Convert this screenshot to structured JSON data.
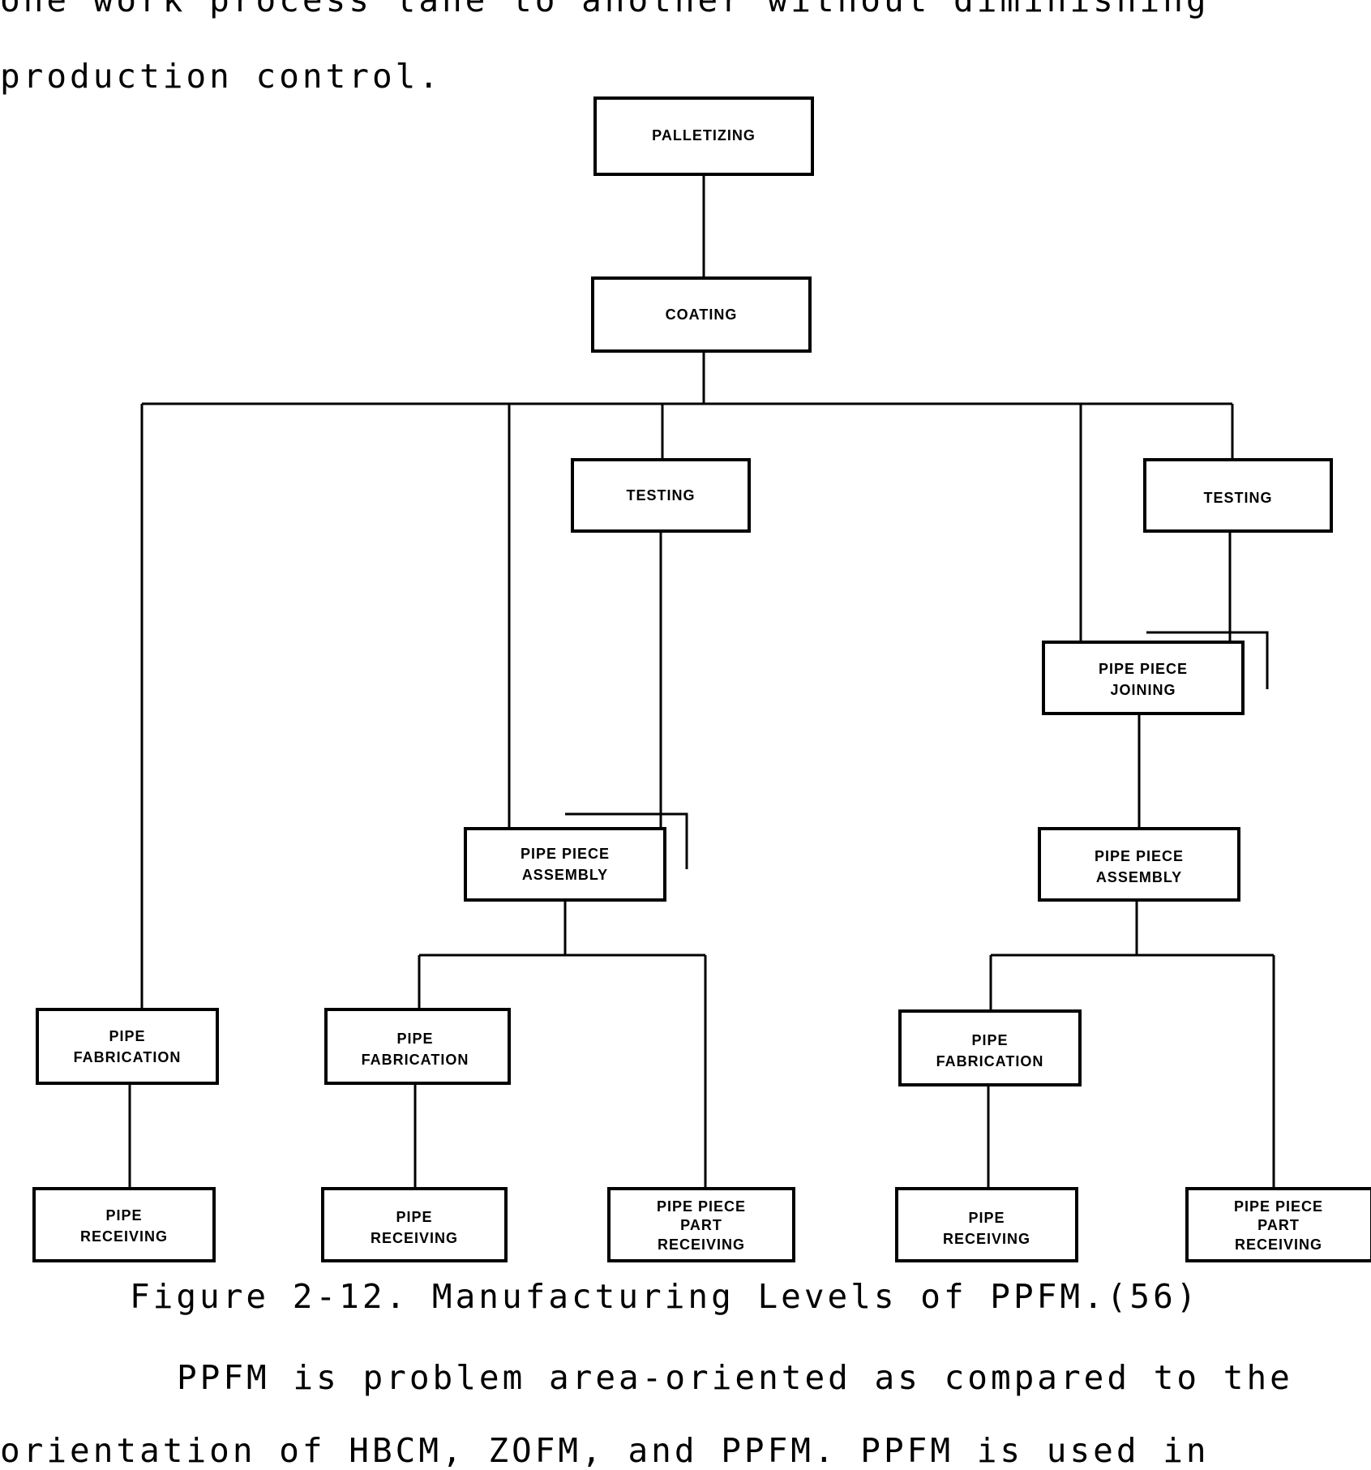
{
  "top_text": {
    "line1": "one work process lane to another without diminishing",
    "line2": "production control."
  },
  "figure": {
    "caption": "Figure 2-12.  Manufacturing Levels of PPFM.(56)",
    "nodes": {
      "palletizing": [
        "PALLETIZING"
      ],
      "coating": [
        "COATING"
      ],
      "testing_mid": [
        "TESTING"
      ],
      "testing_right": [
        "TESTING"
      ],
      "joining": [
        "PIPE PIECE",
        "JOINING"
      ],
      "assembly_mid": [
        "PIPE PIECE",
        "ASSEMBLY"
      ],
      "assembly_right": [
        "PIPE PIECE",
        "ASSEMBLY"
      ],
      "fab_left": [
        "PIPE",
        "FABRICATION"
      ],
      "fab_mid": [
        "PIPE",
        "FABRICATION"
      ],
      "fab_right": [
        "PIPE",
        "FABRICATION"
      ],
      "recv_1": [
        "PIPE",
        "RECEIVING"
      ],
      "recv_2": [
        "PIPE",
        "RECEIVING"
      ],
      "part_recv_3": [
        "PIPE PIECE",
        "PART",
        "RECEIVING"
      ],
      "recv_4": [
        "PIPE",
        "RECEIVING"
      ],
      "part_recv_5": [
        "PIPE PIECE",
        "PART",
        "RECEIVING"
      ]
    }
  },
  "body_text": {
    "line1": "PPFM is problem area-oriented as compared to the",
    "line2": "orientation of HBCM, ZOFM, and PPFM.  PPFM is used in"
  }
}
